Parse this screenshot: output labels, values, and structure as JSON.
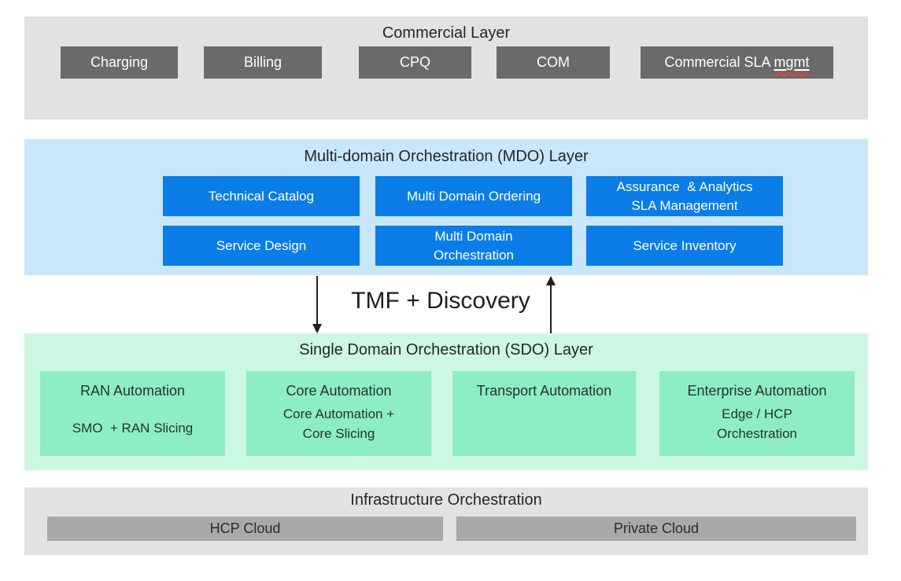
{
  "layers": {
    "commercial": {
      "title": "Commercial Layer",
      "boxes": [
        "Charging",
        "Billing",
        "CPQ",
        "COM"
      ],
      "sla_box": {
        "prefix": "Commercial SLA ",
        "underlined": "mgmt"
      }
    },
    "mdo": {
      "title": "Multi-domain Orchestration (MDO) Layer",
      "boxes": [
        {
          "lines": [
            "Technical Catalog"
          ]
        },
        {
          "lines": [
            "Multi Domain Ordering"
          ]
        },
        {
          "lines": [
            "Assurance  & Analytics",
            "SLA Management"
          ]
        },
        {
          "lines": [
            "Service Design"
          ]
        },
        {
          "lines": [
            "Multi Domain",
            "Orchestration"
          ]
        },
        {
          "lines": [
            "Service Inventory"
          ]
        }
      ]
    },
    "sdo": {
      "title": "Single Domain Orchestration (SDO) Layer",
      "boxes": [
        {
          "title": "RAN Automation",
          "subtitle": [
            "SMO  + RAN Slicing"
          ]
        },
        {
          "title": "Core Automation",
          "subtitle": [
            "Core Automation +",
            "Core Slicing"
          ]
        },
        {
          "title": "Transport Automation",
          "subtitle": []
        },
        {
          "title": "Enterprise Automation",
          "subtitle": [
            "Edge / HCP",
            "Orchestration"
          ]
        }
      ]
    },
    "infrastructure": {
      "title": "Infrastructure Orchestration",
      "boxes": [
        "HCP Cloud",
        "Private Cloud"
      ]
    }
  },
  "connector": {
    "label": "TMF + Discovery",
    "icons": [
      "arrow-down-icon",
      "arrow-up-icon"
    ]
  },
  "colors": {
    "layer_gray_bg": "#e2e2e2",
    "dark_gray_box": "#6a6a6a",
    "mdo_bg": "#c9e7fb",
    "blue_box": "#0b7de8",
    "sdo_bg": "#ccf7e2",
    "green_box": "#8deec4",
    "infra_bar": "#a9a9a9",
    "title_text": "#262626",
    "box_text_dark": "#27322c",
    "arrow_color": "#1f1f1f",
    "squiggle": "#e04438"
  }
}
